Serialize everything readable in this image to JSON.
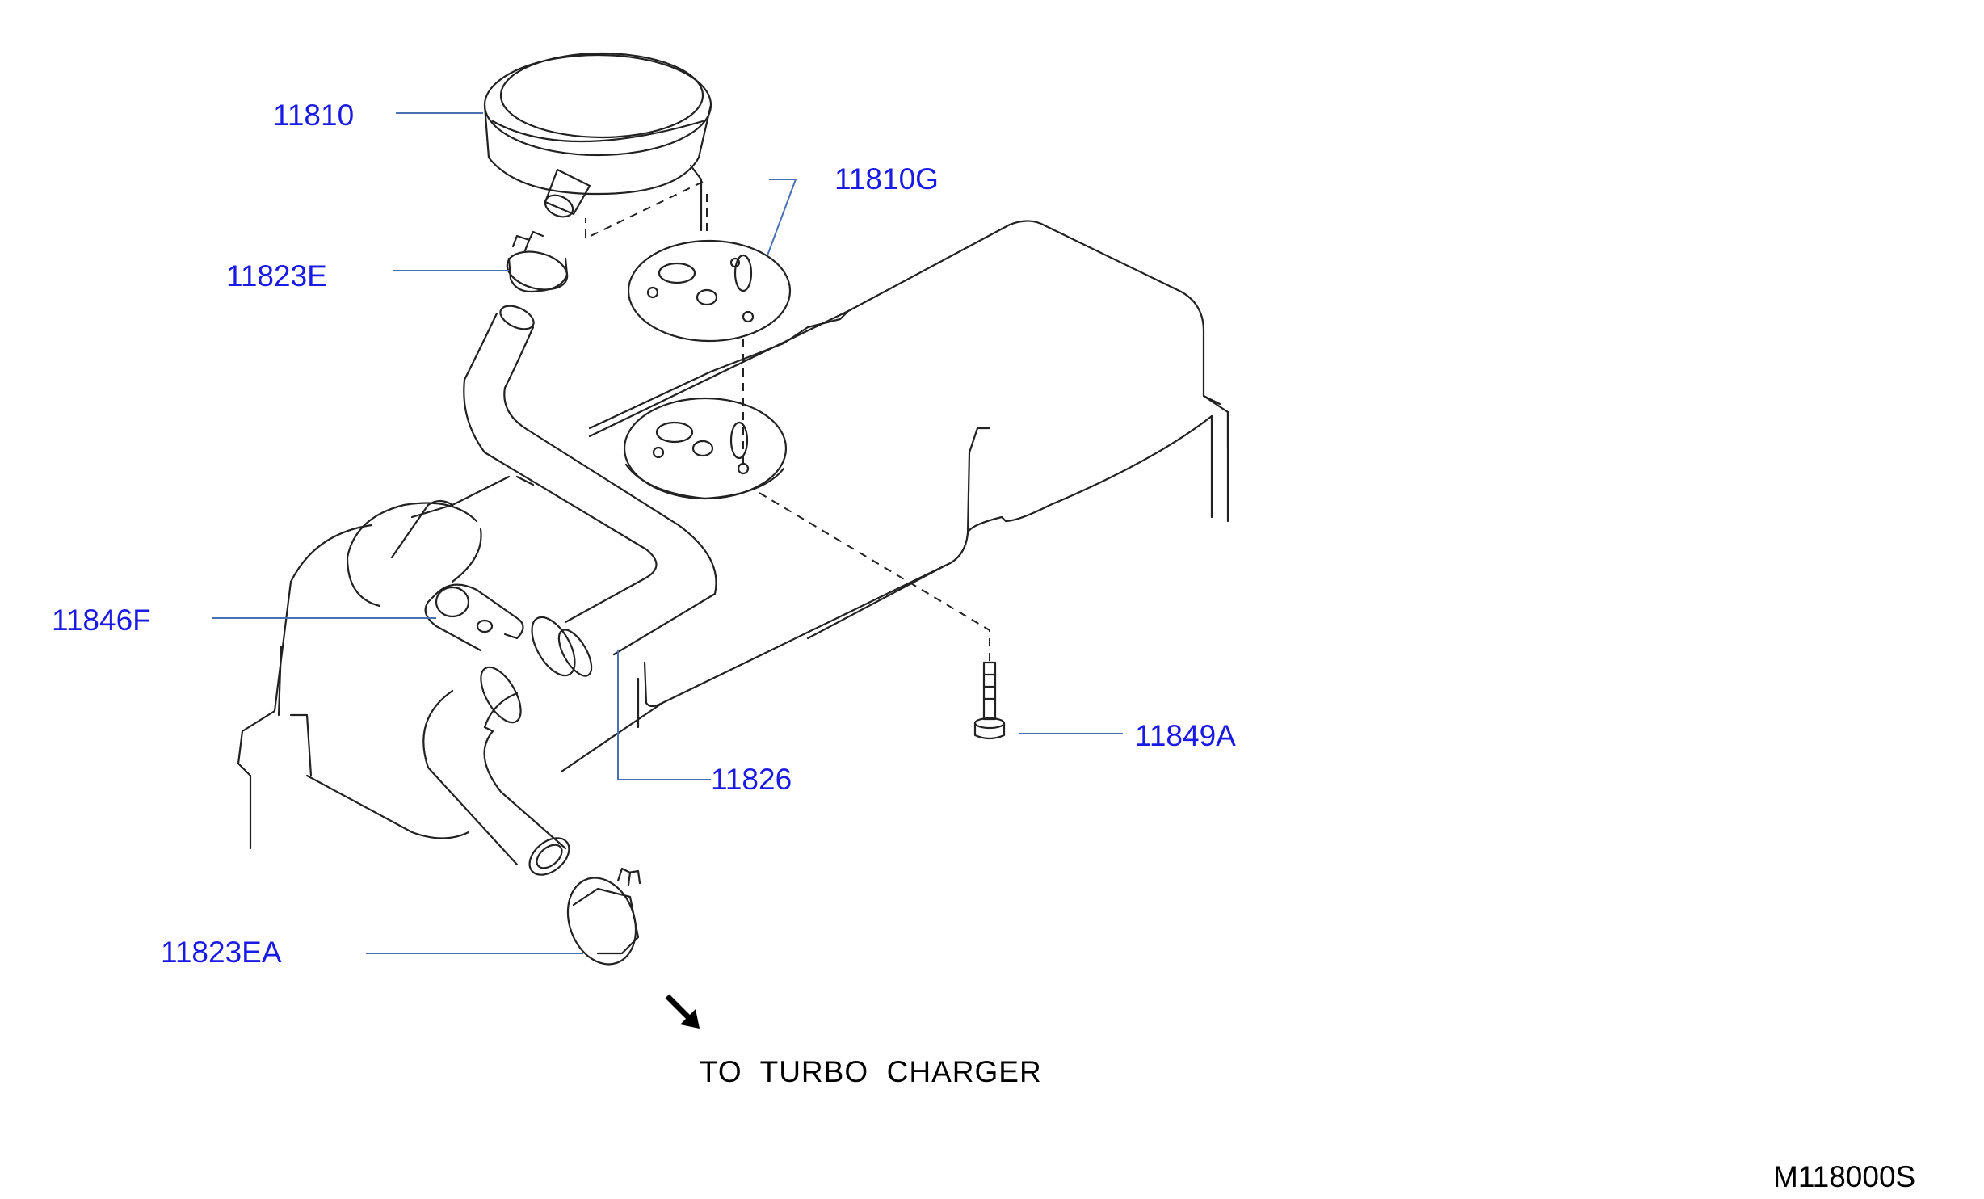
{
  "callouts": [
    {
      "id": "11810",
      "label": "11810"
    },
    {
      "id": "11810G",
      "label": "11810G"
    },
    {
      "id": "11823E",
      "label": "11823E"
    },
    {
      "id": "11846F",
      "label": "11846F"
    },
    {
      "id": "11849A",
      "label": "11849A"
    },
    {
      "id": "11826",
      "label": "11826"
    },
    {
      "id": "11823EA",
      "label": "11823EA"
    }
  ],
  "direction_note": "TO  TURBO  CHARGER",
  "diagram_code": "M118000S",
  "colors": {
    "callout": "#1a1ae6",
    "leader": "#4a6fb3",
    "ink": "#222222"
  }
}
